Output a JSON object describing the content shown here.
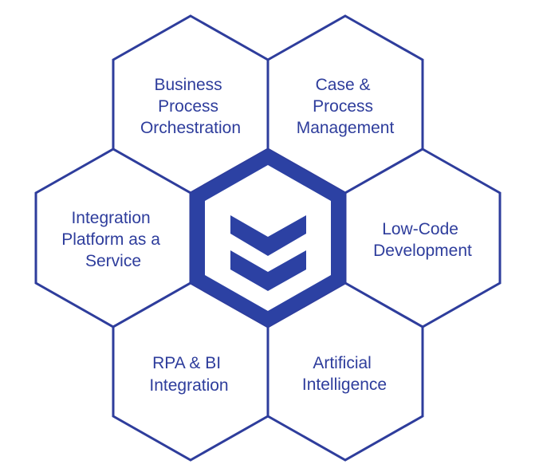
{
  "diagram": {
    "colors": {
      "primary": "#2e3d9c",
      "logo": "#2c41a3",
      "background": "#ffffff"
    },
    "center": {
      "icon": "chevron-logo-icon"
    },
    "hexagons": [
      {
        "id": "business-process-orchestration",
        "lines": [
          "Business",
          "Process",
          "Orchestration"
        ]
      },
      {
        "id": "case-process-management",
        "lines": [
          "Case &",
          "Process",
          "Management"
        ]
      },
      {
        "id": "integration-platform-as-a-service",
        "lines": [
          "Integration",
          "Platform as a",
          "Service"
        ]
      },
      {
        "id": "low-code-development",
        "lines": [
          "Low-Code",
          "Development"
        ]
      },
      {
        "id": "rpa-bi-integration",
        "lines": [
          "RPA & BI",
          "Integration"
        ]
      },
      {
        "id": "artificial-intelligence",
        "lines": [
          "Artificial",
          "Intelligence"
        ]
      }
    ]
  }
}
